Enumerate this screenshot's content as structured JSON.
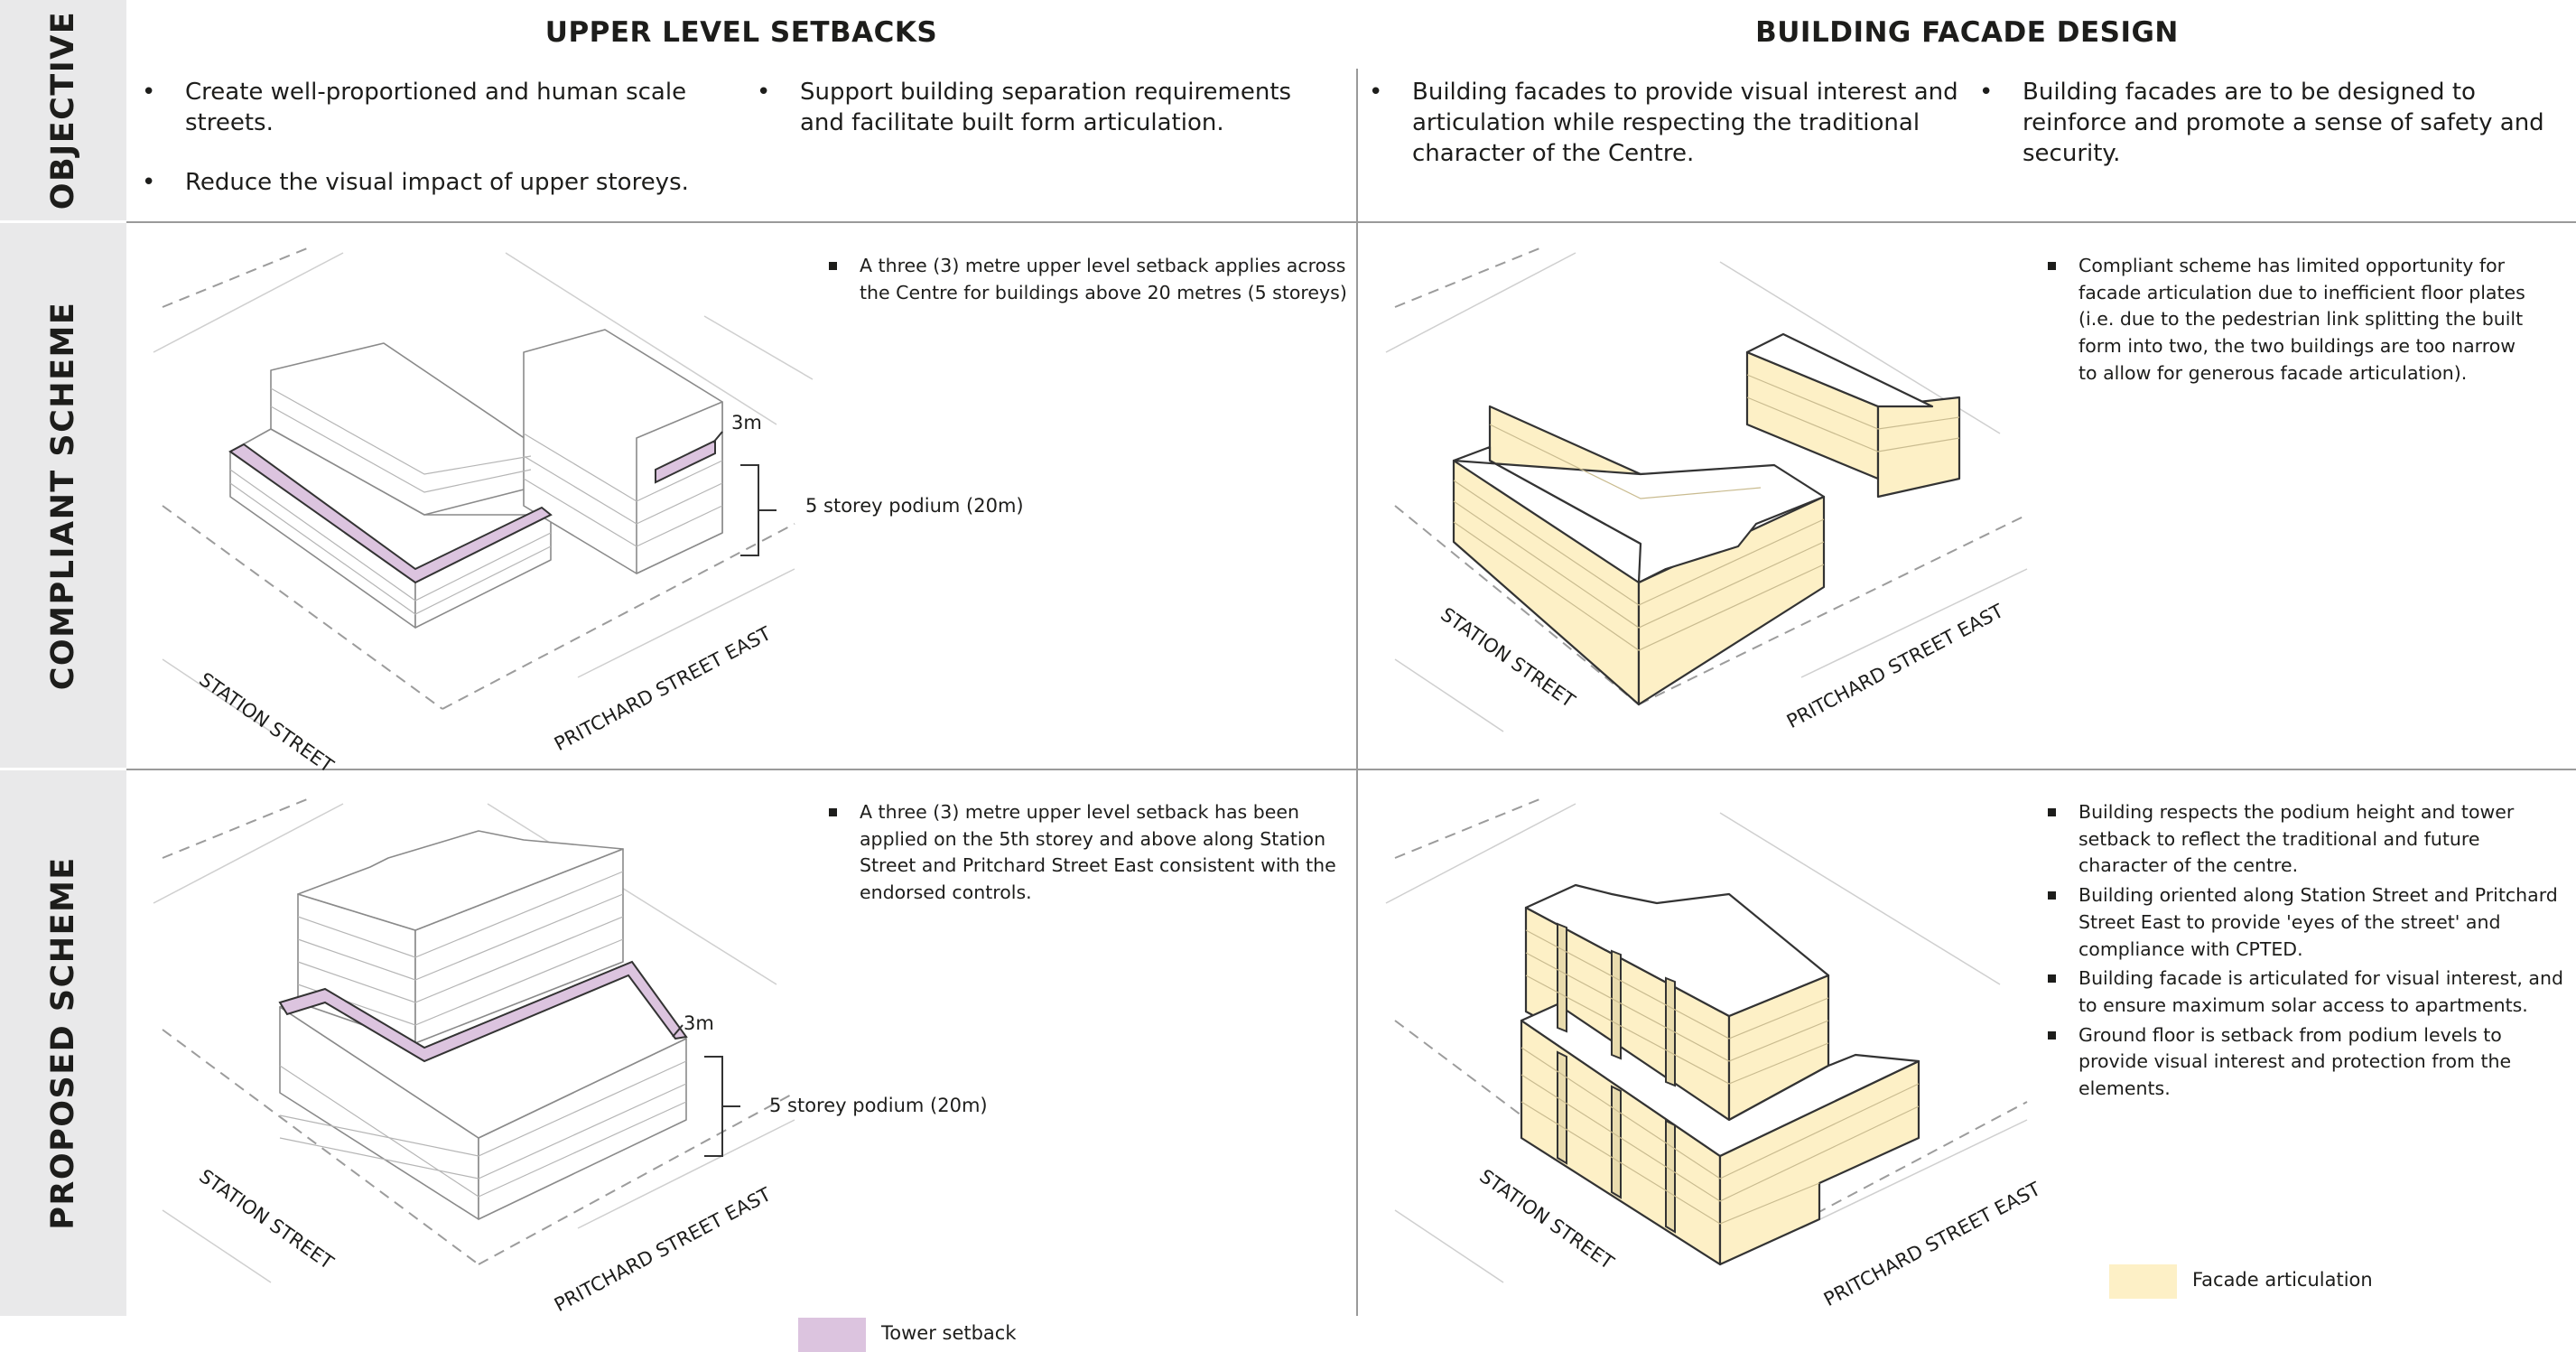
{
  "rows": {
    "objective": "OBJECTIVE",
    "compliant": "COMPLIANT SCHEME",
    "proposed": "PROPOSED SCHEME"
  },
  "headers": {
    "setbacks": "UPPER LEVEL SETBACKS",
    "facade": "BUILDING FACADE DESIGN"
  },
  "objectives": {
    "setbacks": [
      "Create well-proportioned and human scale streets.",
      "Reduce the visual impact of upper storeys.",
      "Support building separation requirements and facilitate built form articulation."
    ],
    "facade": [
      "Building facades to provide visual interest and articulation while respecting the traditional character of the Centre.",
      "Building facades are to be designed to reinforce and promote a sense of safety and security."
    ]
  },
  "notes": {
    "compliant_setback": "A three (3) metre upper level setback applies across the Centre for buildings above 20 metres (5 storeys)",
    "compliant_facade": "Compliant scheme has limited opportunity for facade articulation due to inefficient floor plates (i.e. due to the pedestrian link splitting the built form into two, the two buildings are too narrow to allow for generous facade articulation).",
    "proposed_setback": "A three (3) metre upper level setback has been applied on the 5th storey and above along Station Street and Pritchard Street East consistent with the endorsed controls.",
    "proposed_facade": [
      "Building respects the podium height and tower setback to reflect the traditional and future character of the centre.",
      "Building oriented along Station Street and Pritchard Street East to provide 'eyes of the street' and compliance with CPTED.",
      "Building facade is articulated for visual interest, and to ensure maximum solar access to apartments.",
      "Ground floor is setback from podium levels to provide visual interest and protection from the elements."
    ]
  },
  "diagram_labels": {
    "station_street": "STATION STREET",
    "pritchard_street": "PRITCHARD STREET EAST",
    "setback_dim": "3m",
    "podium": "5 storey podium (20m)"
  },
  "legend": {
    "tower_setback": "Tower setback",
    "facade_articulation": "Facade articulation"
  },
  "colors": {
    "tower_setback": "#dcc4df",
    "facade_articulation": "#fdf0c6",
    "label_band": "#e9e9ea"
  }
}
